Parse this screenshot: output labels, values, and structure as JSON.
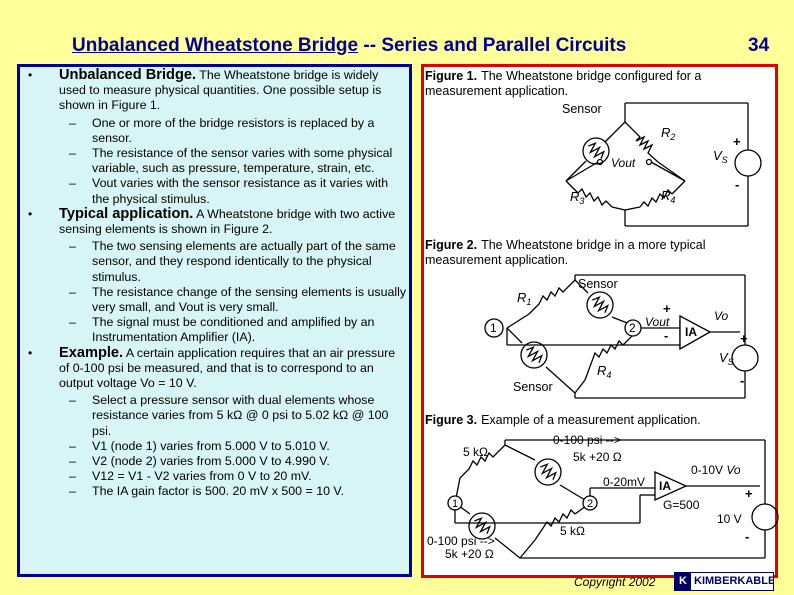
{
  "header": {
    "title_underlined": "Unbalanced Wheatstone Bridge",
    "title_rest": " -- Series and Parallel Circuits",
    "page_number": "34"
  },
  "left_panel": {
    "sections": [
      {
        "heading": "Unbalanced Bridge.",
        "text": "The Wheatstone bridge is widely used to measure physical quantities.  One possible setup is shown in Figure 1.",
        "sub": [
          "One or more of the bridge resistors is replaced by a sensor.",
          "The resistance of the sensor varies with some physical variable, such as pressure, temperature, strain, etc.",
          "Vout varies with the sensor resistance as it varies with the physical stimulus."
        ]
      },
      {
        "heading": "Typical application.",
        "text": "A Wheatstone bridge with two active sensing elements is shown in Figure 2.",
        "sub": [
          "The two sensing elements are actually part of the same sensor, and they respond identically to the physical stimulus.",
          "The resistance change of the sensing elements is usually very small, and Vout is very small.",
          "The signal must be conditioned and amplified by an Instrumentation Amplifier (IA)."
        ]
      },
      {
        "heading": "Example.",
        "text": "A certain application requires that an air pressure of 0-100 psi be measured, and that is to correspond to an output voltage Vo = 10 V.",
        "sub": [
          "Select a pressure sensor with dual elements whose resistance varies from 5 kΩ @ 0 psi to 5.02 kΩ @ 100 psi.",
          "V1 (node 1) varies from 5.000 V to 5.010 V.",
          "V2 (node 2) varies from 5.000 V to 4.990 V.",
          "V12 = V1 - V2  varies from 0 V to 20 mV.",
          "The IA gain factor is 500.  20 mV x 500 = 10 V."
        ]
      }
    ]
  },
  "figures": {
    "fig1": {
      "caption_bold": "Figure 1.",
      "caption": "The Wheatstone bridge configured for a measurement application.",
      "sensor": "Sensor",
      "r2": "R",
      "r2_sub": "2",
      "r3": "R",
      "r3_sub": "3",
      "r4": "R",
      "r4_sub": "4",
      "vout": "Vout",
      "vs": "V",
      "vs_sub": "S",
      "plus": "+",
      "minus": "-"
    },
    "fig2": {
      "caption_bold": "Figure 2.",
      "caption": "The Wheatstone bridge in a more typical measurement application.",
      "sensor_top": "Sensor",
      "sensor_bottom": "Sensor",
      "r1": "R",
      "r1_sub": "1",
      "r4": "R",
      "r4_sub": "4",
      "node1": "1",
      "node2": "2",
      "vout": "Vout",
      "ia": "IA",
      "vo": "Vo",
      "vs": "V",
      "vs_sub": "S",
      "plus": "+",
      "minus": "-"
    },
    "fig3": {
      "caption_bold": "Figure 3.",
      "caption": "Example of a measurement application.",
      "r_top_left": "5 kΩ",
      "sensor_top_1": "0-100 psi -->",
      "sensor_top_2": "5k +20 Ω",
      "out_20mv": "0-20mV",
      "ia": "IA",
      "gain": "G=500",
      "out_10v": "0-10V",
      "vo": "Vo",
      "supply": "10 V",
      "r_bottom_right": "5 kΩ",
      "sensor_bot_1": "0-100 psi -->",
      "sensor_bot_2": "5k +20 Ω",
      "node1": "1",
      "node2": "2",
      "plus": "+",
      "minus": "-"
    }
  },
  "footer": {
    "copyright": "Copyright 2002",
    "logo": "KIMBERKABLE"
  }
}
